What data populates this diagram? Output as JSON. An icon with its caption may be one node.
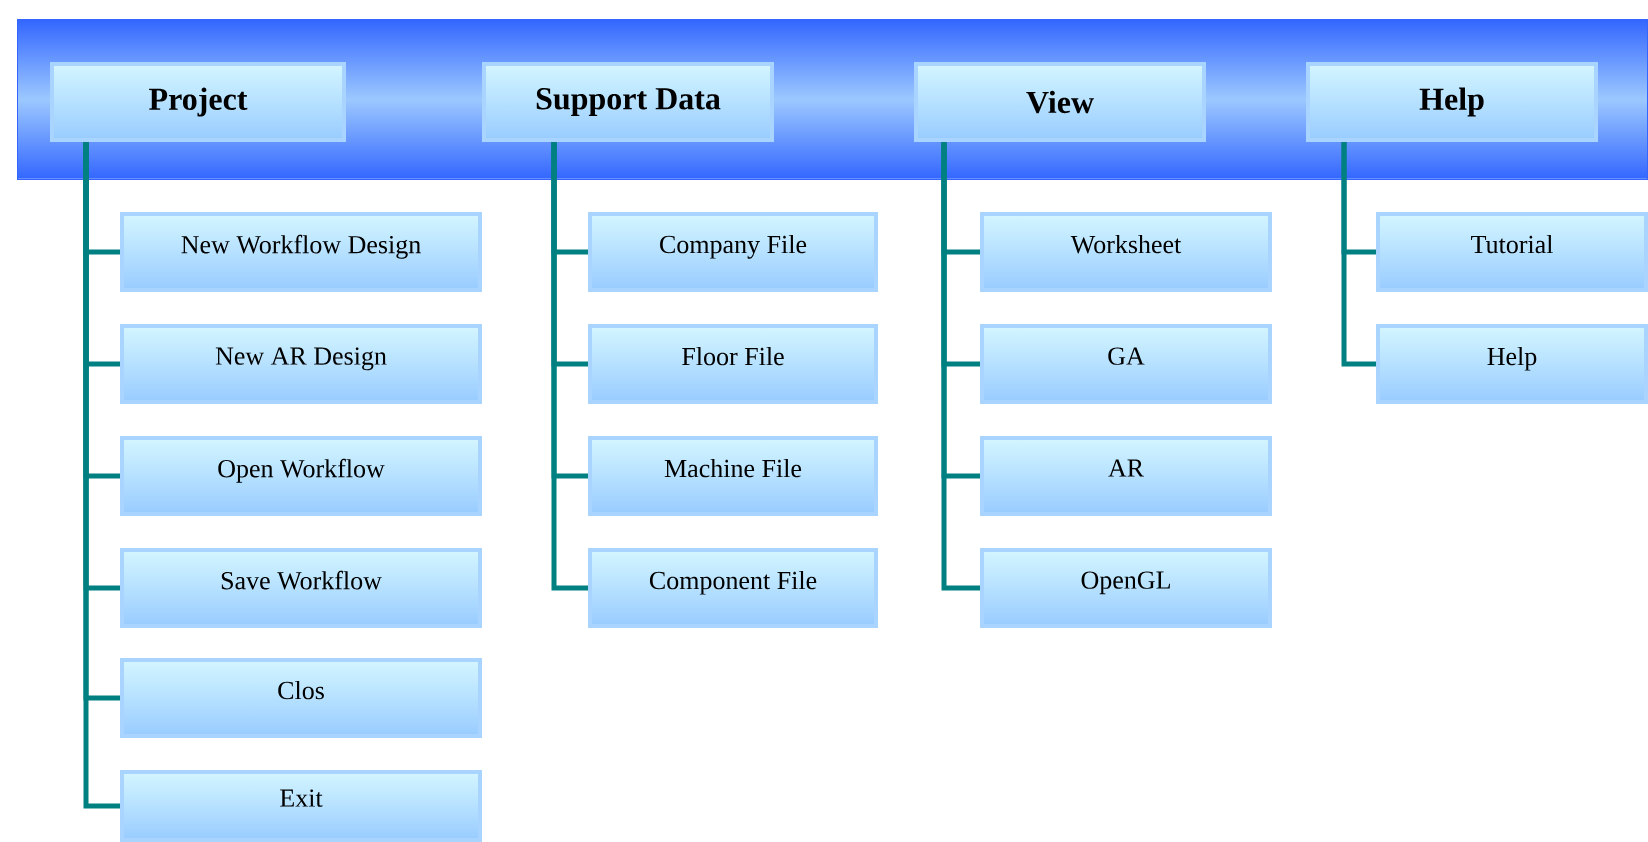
{
  "diagram": {
    "nodes": [
      {
        "text": [],
        "shape": "bar"
      },
      {
        "text": [
          "Project"
        ],
        "in": 0
      },
      {
        "text": [
          "Support Data"
        ],
        "in": 0
      },
      {
        "text": [
          "View"
        ],
        "in": 0
      },
      {
        "text": [
          "Help"
        ],
        "in": 0
      },
      {
        "text": [
          "New Workflow Design"
        ]
      },
      {
        "text": [
          "New AR Design"
        ]
      },
      {
        "text": [
          "Open Workflow"
        ]
      },
      {
        "text": [
          "Save Workflow"
        ]
      },
      {
        "text": [
          "Clos"
        ]
      },
      {
        "text": [
          "Exit"
        ]
      },
      {
        "text": [
          "Company File"
        ]
      },
      {
        "text": [
          "Floor File"
        ]
      },
      {
        "text": [
          "Machine File"
        ]
      },
      {
        "text": [
          "Component File"
        ]
      },
      {
        "text": [
          "Worksheet"
        ]
      },
      {
        "text": [
          "GA"
        ]
      },
      {
        "text": [
          "AR"
        ]
      },
      {
        "text": [
          "OpenGL"
        ]
      },
      {
        "text": [
          "Tutorial"
        ]
      },
      {
        "text": [
          "Help"
        ]
      }
    ],
    "edges": [
      {
        "from": 1,
        "to": 5,
        "arrow": "none"
      },
      {
        "from": 1,
        "to": 6,
        "arrow": "none"
      },
      {
        "from": 1,
        "to": 7,
        "arrow": "none"
      },
      {
        "from": 1,
        "to": 8,
        "arrow": "none"
      },
      {
        "from": 1,
        "to": 9,
        "arrow": "none"
      },
      {
        "from": 1,
        "to": 10,
        "arrow": "none"
      },
      {
        "from": 2,
        "to": 11,
        "arrow": "none"
      },
      {
        "from": 2,
        "to": 12,
        "arrow": "none"
      },
      {
        "from": 2,
        "to": 13,
        "arrow": "none"
      },
      {
        "from": 2,
        "to": 14,
        "arrow": "none"
      },
      {
        "from": 3,
        "to": 15,
        "arrow": "none"
      },
      {
        "from": 3,
        "to": 16,
        "arrow": "none"
      },
      {
        "from": 3,
        "to": 17,
        "arrow": "none"
      },
      {
        "from": 3,
        "to": 18,
        "arrow": "none"
      },
      {
        "from": 4,
        "to": 19,
        "arrow": "none"
      },
      {
        "from": 4,
        "to": 20,
        "arrow": "none"
      }
    ]
  }
}
